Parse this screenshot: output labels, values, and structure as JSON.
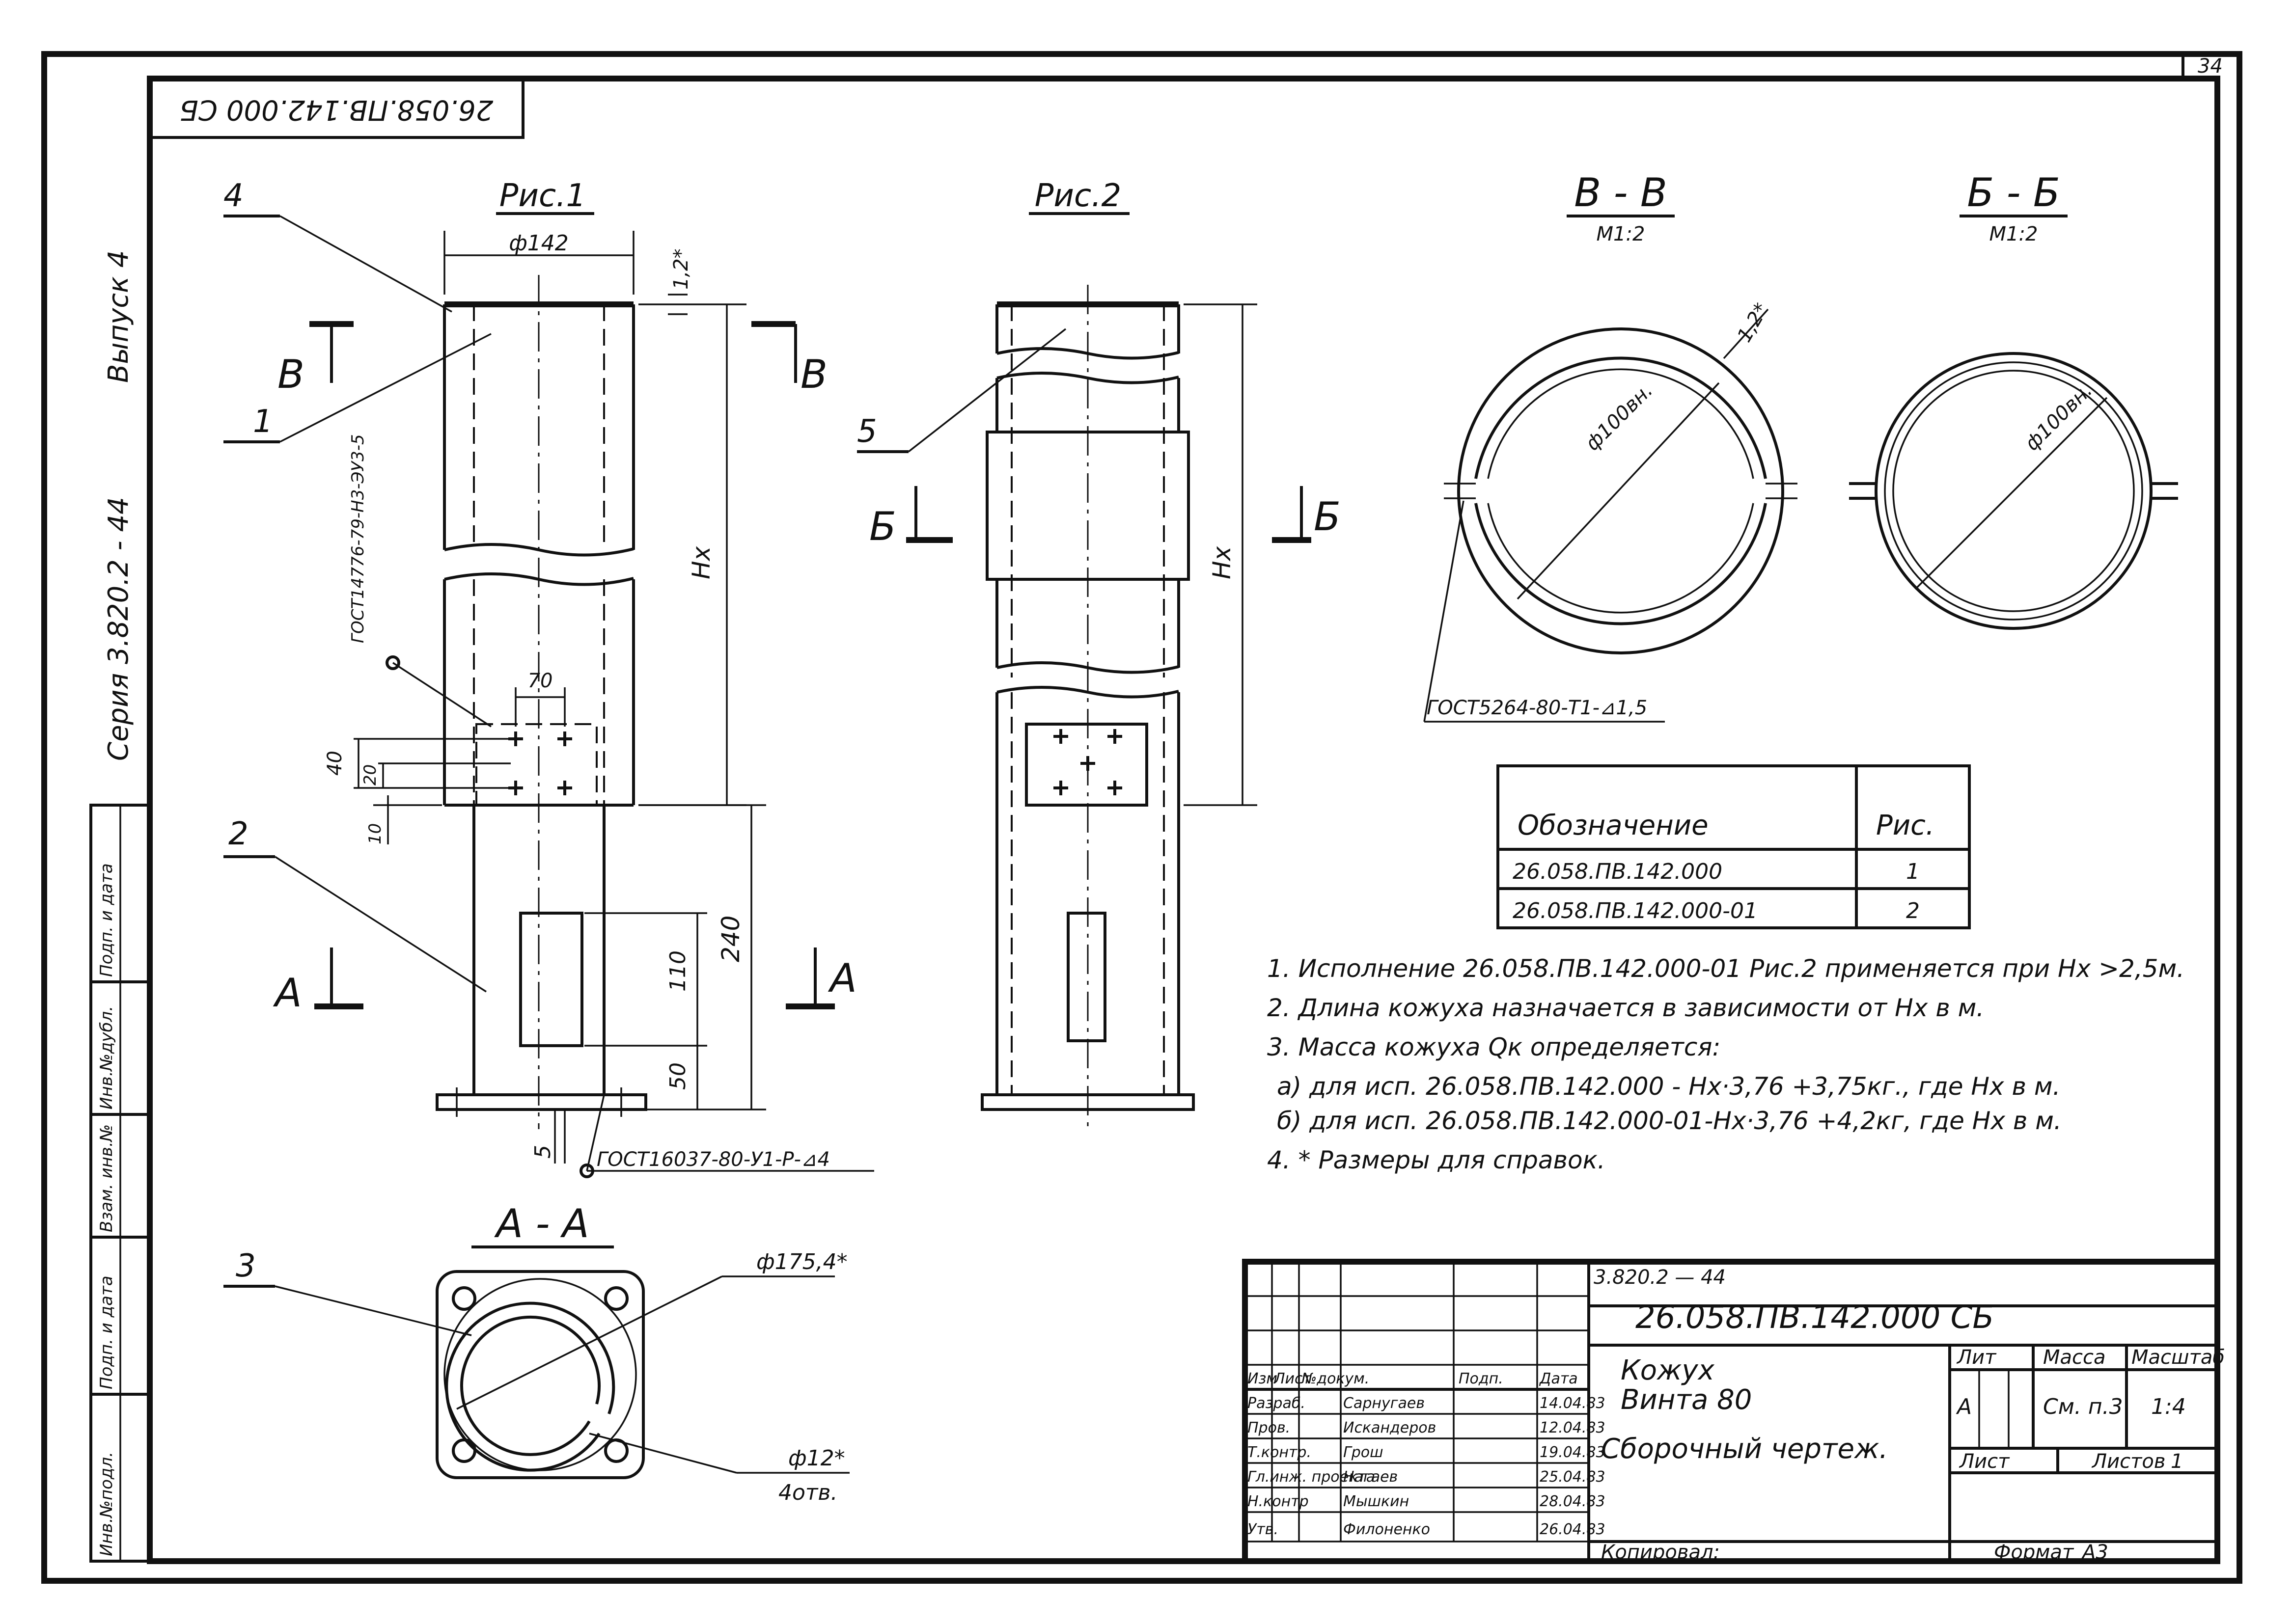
{
  "sheet_number": "34",
  "top_stamp": "26.058.ПВ.142.000 СБ",
  "side_series": "Серия 3.820.2 - 44",
  "side_issue": "Выпуск 4",
  "side_fields": [
    "Инв.№подл.",
    "Подп. и дата",
    "Взам. инв.№",
    "Инв.№дубл.",
    "Подп. и дата"
  ],
  "fig1": {
    "title": "Рис.1",
    "diameter": "ф142",
    "wall": "1,2*",
    "height": "Hx",
    "dim_70": "70",
    "dim_40": "40",
    "dim_20": "20",
    "dim_10": "10",
    "dim_240": "240",
    "dim_110": "110",
    "dim_50": "50",
    "dim_5": "5",
    "gost_weld_1": "ГОСТ14776-79-Н3-ЭУ3-5",
    "gost_weld_2": "ГОСТ16037-80-У1-Р-⊿4",
    "section_b": "В",
    "section_a": "А"
  },
  "fig2": {
    "title": "Рис.2",
    "height": "Hx",
    "section_b": "Б"
  },
  "callouts": [
    "1",
    "2",
    "3",
    "4",
    "5"
  ],
  "section_aa": {
    "title": "А - А",
    "diameter": "ф175,4*",
    "hole_dia": "ф12*",
    "hole_count": "4отв."
  },
  "section_vv": {
    "title": "В - В",
    "scale": "М1:2",
    "diameter": "ф100вн.",
    "wall": "1,2*",
    "gost": "ГОСТ5264-80-Т1-⊿1,5"
  },
  "section_bb": {
    "title": "Б - Б",
    "scale": "М1:2",
    "diameter": "ф100вн."
  },
  "table": {
    "headers": [
      "Обозначение",
      "Рис."
    ],
    "rows": [
      [
        "26.058.ПВ.142.000",
        "1"
      ],
      [
        "26.058.ПВ.142.000-01",
        "2"
      ]
    ]
  },
  "notes": [
    "1. Исполнение 26.058.ПВ.142.000-01 Рис.2 применяется при Hx >2,5м.",
    "2. Длина кожуха назначается в зависимости от Hx в м.",
    "3. Масса кожуха Qк определяется:",
    "а) для исп. 26.058.ПВ.142.000 - Hx·3,76 +3,75кг., где Hx в м.",
    "б) для исп. 26.058.ПВ.142.000-01-Hx·3,76 +4,2кг, где Hx в м.",
    "4. * Размеры для справок."
  ],
  "title_block": {
    "series_code": "3.820.2 — 44",
    "doc_code": "26.058.ПВ.142.000 СБ",
    "name_line1": "Кожух",
    "name_line2": "Винта 80",
    "name_line3": "Сборочный чертеж.",
    "col_headers": [
      "Изм",
      "Лист",
      "№докум.",
      "Подп.",
      "Дата"
    ],
    "staff": [
      {
        "role": "Разраб.",
        "name": "Сарнугаев",
        "date": "14.04.83"
      },
      {
        "role": "Пров.",
        "name": "Искандеров",
        "date": "12.04.83"
      },
      {
        "role": "Т.контр.",
        "name": "Грош",
        "date": "19.04.83"
      },
      {
        "role": "Гл.инж. проекта",
        "name": "Нагаев",
        "date": "25.04.83"
      },
      {
        "role": "Н.контр",
        "name": "Мышкин",
        "date": "28.04.83"
      },
      {
        "role": "Утв.",
        "name": "Филоненко",
        "date": "26.04.83"
      }
    ],
    "lit_label": "Лит",
    "mass_label": "Масса",
    "scale_label": "Масштаб",
    "lit_value": "А",
    "mass_value": "См. п.3",
    "scale_value": "1:4",
    "sheet_label": "Лист",
    "sheets_label": "Листов",
    "sheets_value": "1",
    "copied_label": "Копировал:",
    "format_label": "Формат",
    "format_value": "А3"
  }
}
